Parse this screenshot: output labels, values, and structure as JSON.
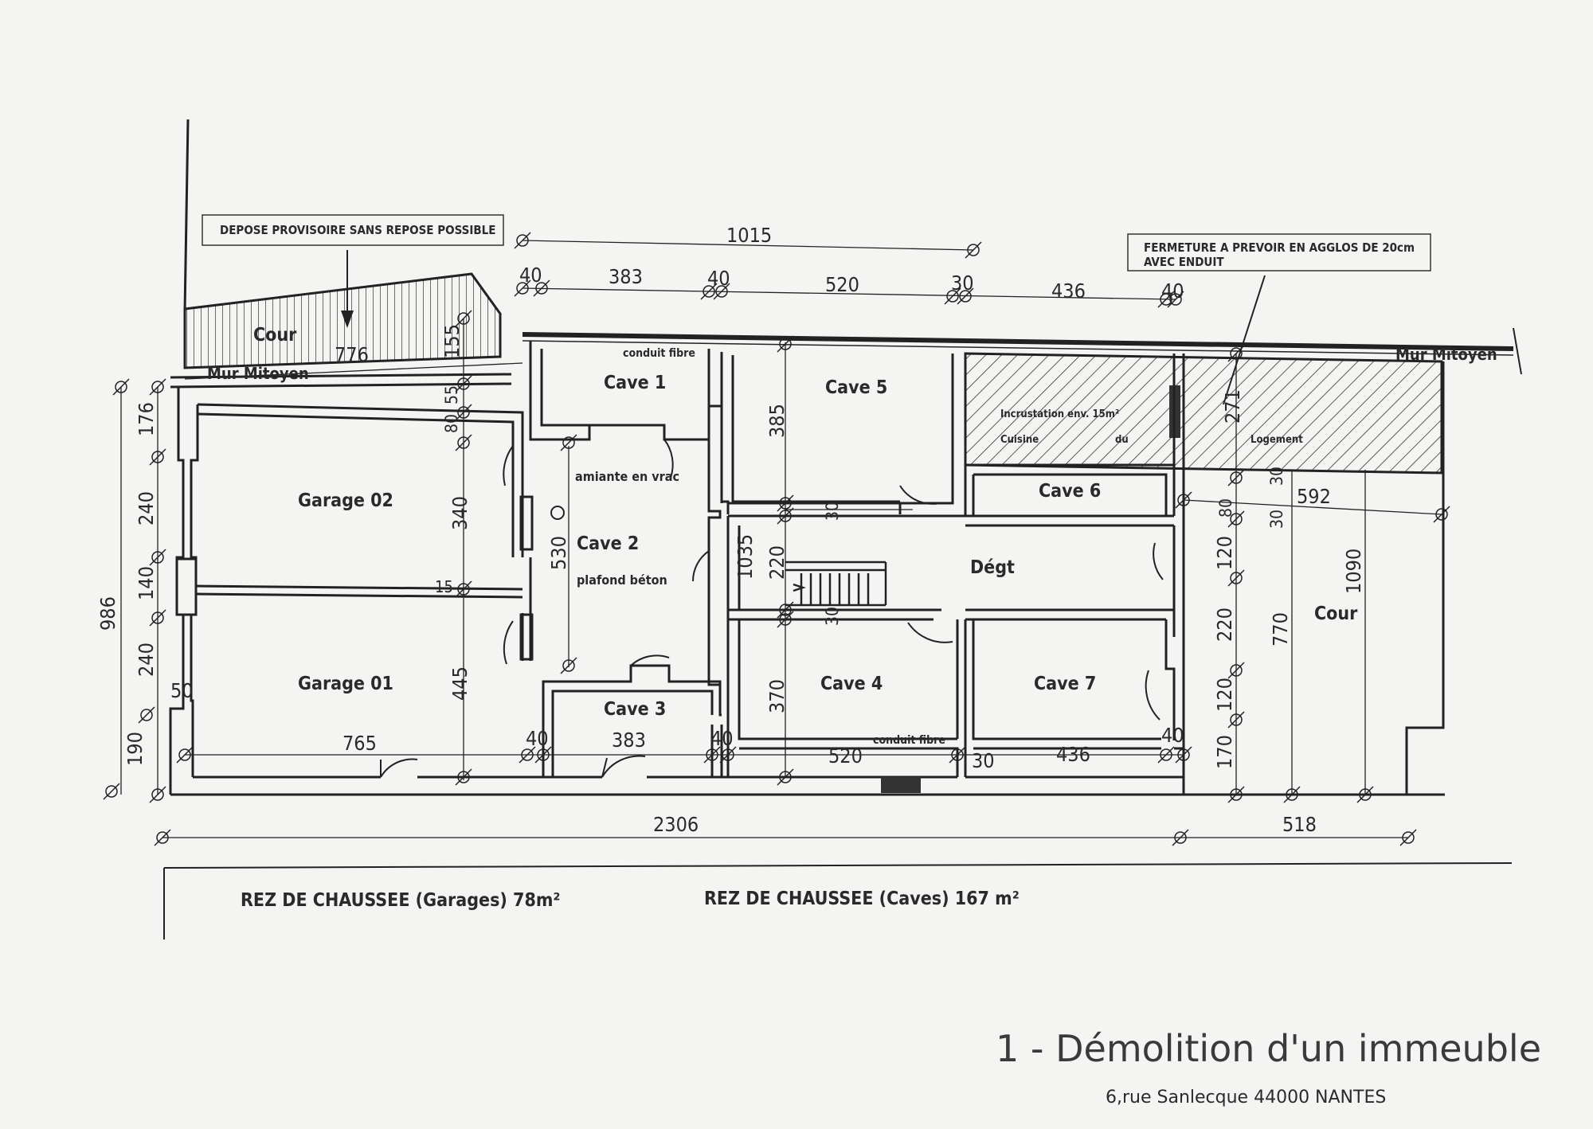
{
  "notes": {
    "depose": "DEPOSE PROVISOIRE SANS REPOSE POSSIBLE",
    "fermeture_line1": "FERMETURE A PREVOIR EN AGGLOS DE 20cm",
    "fermeture_line2": "AVEC ENDUIT",
    "conduit_fibre_top": "conduit fibre",
    "conduit_fibre_bottom": "conduit fibre",
    "amiante": "amiante en vrac",
    "plafond": "plafond béton",
    "incrustation": "Incrustation env. 15m²",
    "cuisine": "Cuisine",
    "du": "du",
    "logement": "Logement"
  },
  "labels": {
    "cour_left": "Cour",
    "mur_mitoyen_left": "Mur Mitoyen",
    "mur_mitoyen_right": "Mur Mitoyen",
    "cour_right": "Cour"
  },
  "rooms": {
    "garage02": "Garage 02",
    "garage01": "Garage 01",
    "cave1": "Cave 1",
    "cave2": "Cave 2",
    "cave3": "Cave 3",
    "cave4": "Cave 4",
    "cave5": "Cave 5",
    "cave6": "Cave 6",
    "cave7": "Cave 7",
    "degt": "Dégt"
  },
  "dimensions": {
    "top_1015": "1015",
    "top_40a": "40",
    "top_383": "383",
    "top_40b": "40",
    "top_520": "520",
    "top_30": "30",
    "top_436": "436",
    "top_40c": "40",
    "cour_776": "776",
    "cour_155": "155",
    "left_176": "176",
    "left_240a": "240",
    "left_140": "140",
    "left_240b": "240",
    "left_190": "190",
    "left_986": "986",
    "left_50": "50",
    "g_55": "55",
    "g_80": "80",
    "g_340": "340",
    "g_15": "15",
    "g_445": "445",
    "g_765": "765",
    "c2_530": "530",
    "c5_385": "385",
    "mid_30a": "30",
    "mid_1035": "1035",
    "mid_220": "220",
    "mid_30b": "30",
    "c4_370": "370",
    "bot_40a": "40",
    "bot_383": "383",
    "bot_40b": "40",
    "bot_520": "520",
    "bot_30": "30",
    "bot_436": "436",
    "bot_40c": "40",
    "r_271": "271",
    "r_30a": "30",
    "r_592": "592",
    "r_80": "80",
    "r_30b": "30",
    "r_120a": "120",
    "r_220": "220",
    "r_120b": "120",
    "r_170": "170",
    "r_770": "770",
    "r_1090": "1090",
    "total_2306": "2306",
    "total_518": "518"
  },
  "footer": {
    "surface_garages": "REZ DE CHAUSSEE (Garages) 78m²",
    "surface_caves": "REZ DE CHAUSSEE (Caves) 167 m²",
    "title": "1 - Démolition d'un immeuble",
    "address": "6,rue Sanlecque 44000 NANTES"
  }
}
